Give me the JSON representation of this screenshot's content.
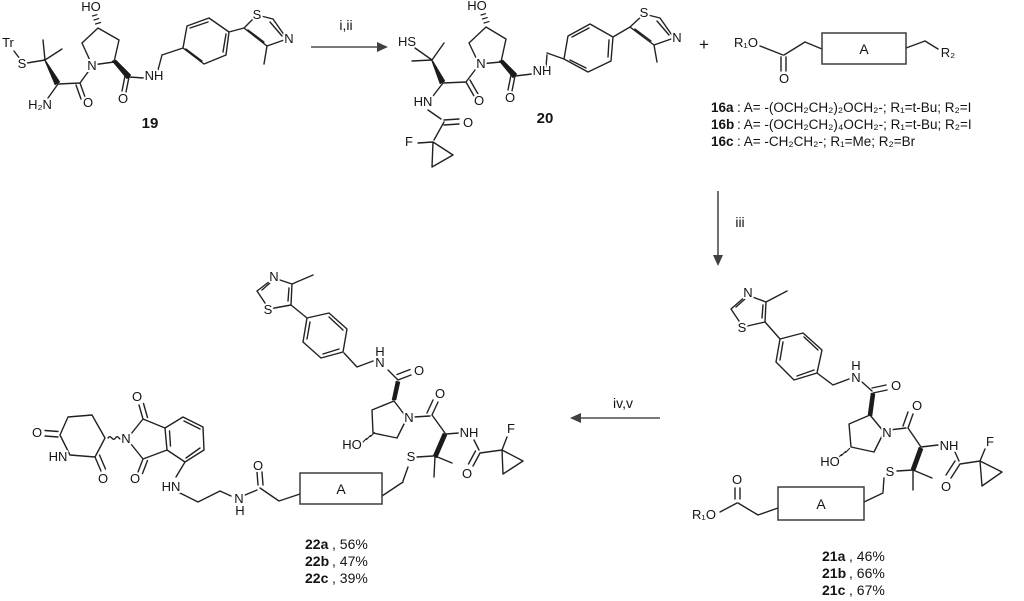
{
  "figure": {
    "kind": "reaction-scheme",
    "background": "#ffffff",
    "ink": "#1b1b1b"
  },
  "conditions": {
    "step1": "i,ii",
    "step2": "iii",
    "step3": "iv,v"
  },
  "plus_sign": "+",
  "compound19": {
    "label": "19",
    "atoms": {
      "trityl": "Tr",
      "s_thioether": "S",
      "hydroxyl": "HO",
      "amine": "H₂N",
      "ring_n": "N",
      "carbonyl_o1": "O",
      "carbonyl_o2": "O",
      "amide_nh": "NH",
      "thiazole_s": "S",
      "thiazole_n": "N"
    }
  },
  "compound20": {
    "label": "20",
    "atoms": {
      "thiol": "HS",
      "hydroxyl": "HO",
      "amide_hn": "HN",
      "fluoroamide_o": "O",
      "fluoro": "F",
      "carbonyl_o1": "O",
      "ring_n": "N",
      "carbonyl_o2": "O",
      "amide_nh": "NH",
      "thiazole_s": "S",
      "thiazole_n": "N"
    }
  },
  "compound16": {
    "ester_group": "R₁O",
    "carbonyl_o": "O",
    "linker": "A",
    "leaving_group": "R₂",
    "variants": [
      {
        "id": "16a",
        "desc": ": A= -(OCH₂CH₂)₂OCH₂-; R₁=t-Bu; R₂=I"
      },
      {
        "id": "16b",
        "desc": ": A= -(OCH₂CH₂)₄OCH₂-; R₁=t-Bu; R₂=I"
      },
      {
        "id": "16c",
        "desc": ": A= -CH₂CH₂-; R₁=Me; R₂=Br"
      }
    ]
  },
  "compound21": {
    "atoms": {
      "thiazole_n": "N",
      "thiazole_s": "S",
      "benzylamide_h": "H",
      "benzylamide_n": "N",
      "benzylamide_o": "O",
      "carbonyl_o2": "O",
      "ring_n": "N",
      "hydroxyl": "HO",
      "amide_nh": "NH",
      "fluoro": "F",
      "fluoroamide_o": "O",
      "thioether_s": "S",
      "ester_o": "O",
      "ester_group": "R₁O",
      "linker": "A"
    },
    "yields": [
      {
        "id": "21a",
        "value": ", 46%"
      },
      {
        "id": "21b",
        "value": ", 66%"
      },
      {
        "id": "21c",
        "value": ", 67%"
      }
    ]
  },
  "compound22": {
    "atoms": {
      "glutarimide_o1": "O",
      "glutarimide_hn": "HN",
      "glutarimide_o2": "O",
      "phthalimide_n": "N",
      "phthalimide_o1": "O",
      "phthalimide_o2": "O",
      "aniline_hn": "HN",
      "amide_n": "N",
      "amide_h": "H",
      "amide_o": "O",
      "linker": "A",
      "thioether_s": "S",
      "hydroxyl": "HO",
      "ring_n": "N",
      "carbonyl_o1": "O",
      "amide_nh": "NH",
      "fluoro": "F",
      "fluoroamide_o": "O",
      "benzylamide_h": "H",
      "benzylamide_n": "N",
      "benzylamide_o": "O",
      "thiazole_n": "N",
      "thiazole_s": "S"
    },
    "yields": [
      {
        "id": "22a",
        "value": ", 56%"
      },
      {
        "id": "22b",
        "value": ", 47%"
      },
      {
        "id": "22c",
        "value": ", 39%"
      }
    ]
  }
}
